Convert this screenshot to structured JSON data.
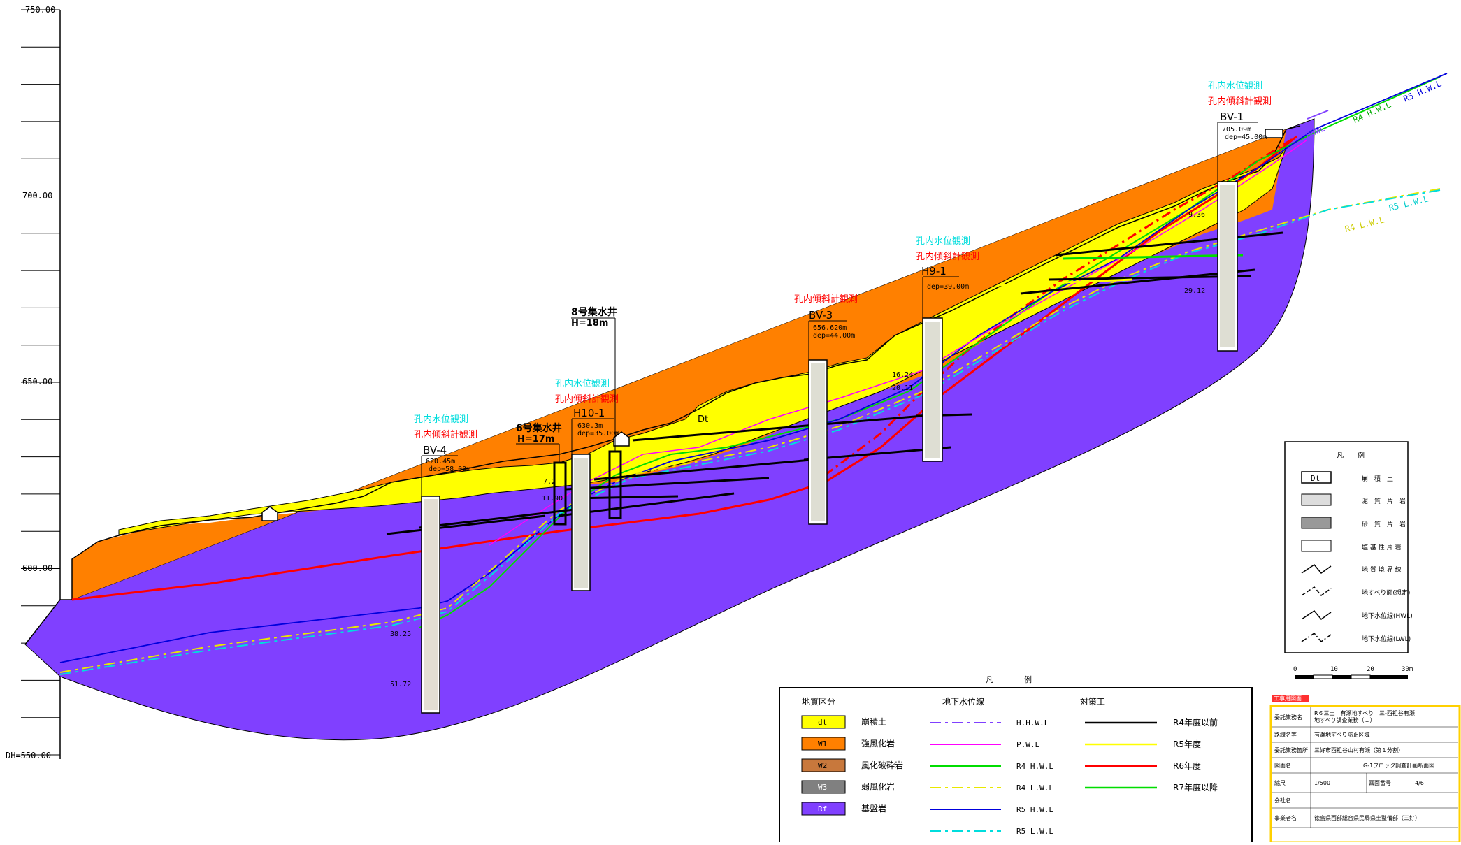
{
  "elevation_axis": {
    "top_label": "750.00",
    "bottom_label": "DH=550.00",
    "labels": [
      "700.00",
      "650.00",
      "600.00"
    ]
  },
  "observation_tags": {
    "water": "孔内水位観測",
    "incline": "孔内傾斜計観測"
  },
  "boreholes": [
    {
      "name": "BV-4",
      "elev": "620.45m",
      "depth": "dep=58.00m",
      "depths": [
        "38.25",
        "51.72"
      ]
    },
    {
      "name": "H10-1",
      "elev": "630.3m",
      "depth": "dep=35.00m",
      "depths": [
        "7.2",
        "11.90"
      ]
    },
    {
      "name": "BV-3",
      "elev": "656.620m",
      "depth": "dep=44.00m",
      "depths": []
    },
    {
      "name": "H9-1",
      "elev": "",
      "depth": "dep=39.00m",
      "depths": [
        "16.24",
        "20.11"
      ]
    },
    {
      "name": "BV-1",
      "elev": "705.09m",
      "depth": "dep=45.00m",
      "depths": [
        "9.36",
        "29.12"
      ]
    }
  ],
  "wells": [
    {
      "name": "6号集水井",
      "height": "H=17m"
    },
    {
      "name": "8号集水井",
      "height": "H=18m"
    }
  ],
  "dt_label": "Dt",
  "line_labels": {
    "hhwl": "HHWL",
    "r4hwl": "R4 H.W.L",
    "r5hwl": "R5 H.W.L",
    "r4lwl": "R4 L.W.L",
    "r5lwl": "R5 L.W.L"
  },
  "legend_small": {
    "title": "凡　　例",
    "items": [
      {
        "sym": "Dt",
        "label": "崩　積　土"
      },
      {
        "sym": "",
        "label": "泥　質　片　岩"
      },
      {
        "sym": "",
        "label": "砂　質　片　岩"
      },
      {
        "sym": "",
        "label": "塩 基 性 片 岩"
      },
      {
        "sym": "",
        "label": "地 質 境 界 線"
      },
      {
        "sym": "",
        "label": "地すべり面(想定)"
      },
      {
        "sym": "",
        "label": "地下水位線(HWL)"
      },
      {
        "sym": "",
        "label": "地下水位線(LWL)"
      }
    ],
    "scale": [
      "0",
      "10",
      "20",
      "30m"
    ]
  },
  "legend_main": {
    "title": "凡　　　　例",
    "geology_header": "地質区分",
    "gw_header": "地下水位線",
    "measure_header": "対策工",
    "geology": [
      {
        "code": "dt",
        "label": "崩積土",
        "color": "#ffff00"
      },
      {
        "code": "W1",
        "label": "強風化岩",
        "color": "#ff8000"
      },
      {
        "code": "W2",
        "label": "風化破砕岩",
        "color": "#c8783c"
      },
      {
        "code": "W3",
        "label": "弱風化岩",
        "color": "#808080"
      },
      {
        "code": "Rf",
        "label": "基盤岩",
        "color": "#8040ff"
      }
    ],
    "groundwater": [
      {
        "label": "H.H.W.L",
        "color": "#8040ff"
      },
      {
        "label": "P.W.L",
        "color": "#ff00ff"
      },
      {
        "label": "R4 H.W.L",
        "color": "#00dd00"
      },
      {
        "label": "R4 L.W.L",
        "color": "#e8e800"
      },
      {
        "label": "R5 H.W.L",
        "color": "#0000dd"
      },
      {
        "label": "R5 L.W.L",
        "color": "#00dddd"
      }
    ],
    "measures": [
      {
        "label": "R4年度以前",
        "color": "#000000"
      },
      {
        "label": "R5年度",
        "color": "#ffff00"
      },
      {
        "label": "R6年度",
        "color": "#ff0000"
      },
      {
        "label": "R7年度以降",
        "color": "#00dd00"
      }
    ]
  },
  "title_block": {
    "stamp": "工事用図面",
    "rows": [
      {
        "key": "委託業務名",
        "val": "R６三土　有瀬地すべり　三-西祖谷有瀬\n地すべり調査業務（１）"
      },
      {
        "key": "路線名等",
        "val": "有瀬地すべり防止区域"
      },
      {
        "key": "委託業務箇所",
        "val": "三好市西祖谷山村有瀬（第１分割）"
      },
      {
        "key": "図面名",
        "val": "G-1ブロック調査計画断面図"
      },
      {
        "key": "縮尺",
        "val": "1/500"
      },
      {
        "key": "会社名",
        "val": ""
      },
      {
        "key": "事業者名",
        "val": "徳島県西部総合県民局県土整備部（三好）"
      }
    ],
    "drawing_no_key": "図面番号",
    "drawing_no": "4/6"
  }
}
